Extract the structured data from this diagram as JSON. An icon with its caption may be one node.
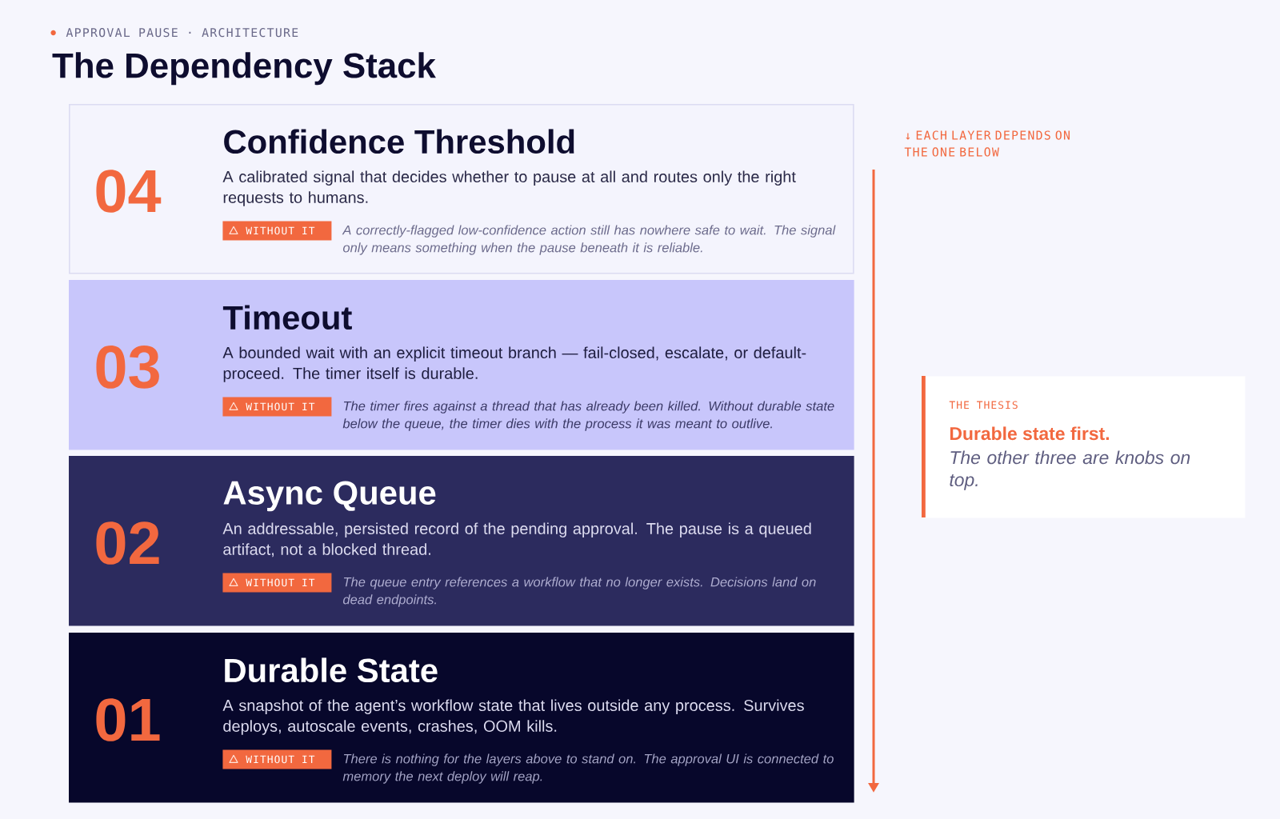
{
  "diagram": {
    "title": "The Dependency Stack",
    "nodes": [
      {
        "text": [
          "04",
          "Confidence Threshold",
          "A calibrated signal that decides whether to pause at all and routes only the right requests to humans."
        ]
      },
      {
        "text": [
          "WITHOUT IT"
        ],
        "in": 0,
        "beside": [
          "A correctly-flagged low-confidence action still has nowhere safe to wait. The signal only means something when the pause beneath it is reliable."
        ]
      },
      {
        "text": [
          "03",
          "Timeout",
          "A bounded wait with an explicit timeout branch — fail-closed, escalate, or default-proceed. The timer itself is durable."
        ]
      },
      {
        "text": [
          "WITHOUT IT"
        ],
        "in": 2,
        "beside": [
          "The timer fires against a thread that has already been killed. Without durable state below the queue, the timer dies with the process it was meant to outlive."
        ]
      },
      {
        "text": [
          "02",
          "Async Queue",
          "An addressable, persisted record of the pending approval. The pause is a queued artifact, not a blocked thread."
        ]
      },
      {
        "text": [
          "WITHOUT IT"
        ],
        "in": 4,
        "beside": [
          "The queue entry references a workflow that no longer exists. Decisions land on dead endpoints."
        ]
      },
      {
        "text": [
          "01",
          "Durable State",
          "A snapshot of the agent’s workflow state that lives outside any process. Survives deploys, autoscale events, crashes, OOM kills."
        ]
      },
      {
        "text": [
          "WITHOUT IT"
        ],
        "in": 6,
        "beside": [
          "There is nothing for the layers above to stand on. The approval UI is connected to memory the next deploy will reap."
        ]
      },
      {
        "text": [
          "THE THESIS",
          "Durable state first.",
          "The other three are knobs on top."
        ]
      }
    ],
    "labels": [
      "APPROVAL PAUSE · ARCHITECTURE",
      "↓ EACH LAYER DEPENDS ON THE ONE BELOW"
    ]
  }
}
